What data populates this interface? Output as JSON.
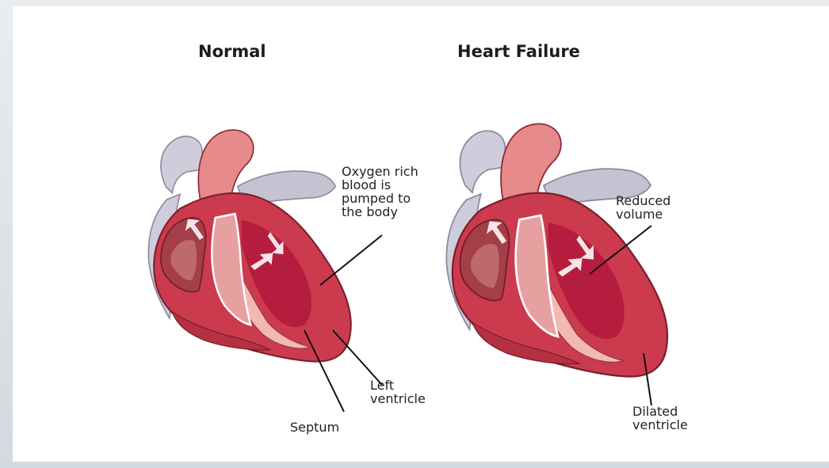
{
  "normal_panel": {
    "title": "Normal",
    "labels": {
      "oxygen": "Oxygen rich\nblood is\npumped to\nthe body",
      "left_ventricle": "Left\nventricle",
      "septum": "Septum"
    }
  },
  "failure_panel": {
    "title": "Heart Failure",
    "labels": {
      "reduced_volume": "Reduced\nvolume",
      "dilated_ventricle": "Dilated\nventricle"
    }
  },
  "colors": {
    "myocardium": "#c8324a",
    "chamber": "#b11c3c",
    "vessel": "#e98c8e",
    "vein": "#c5c3d2",
    "background": "#ffffff"
  }
}
